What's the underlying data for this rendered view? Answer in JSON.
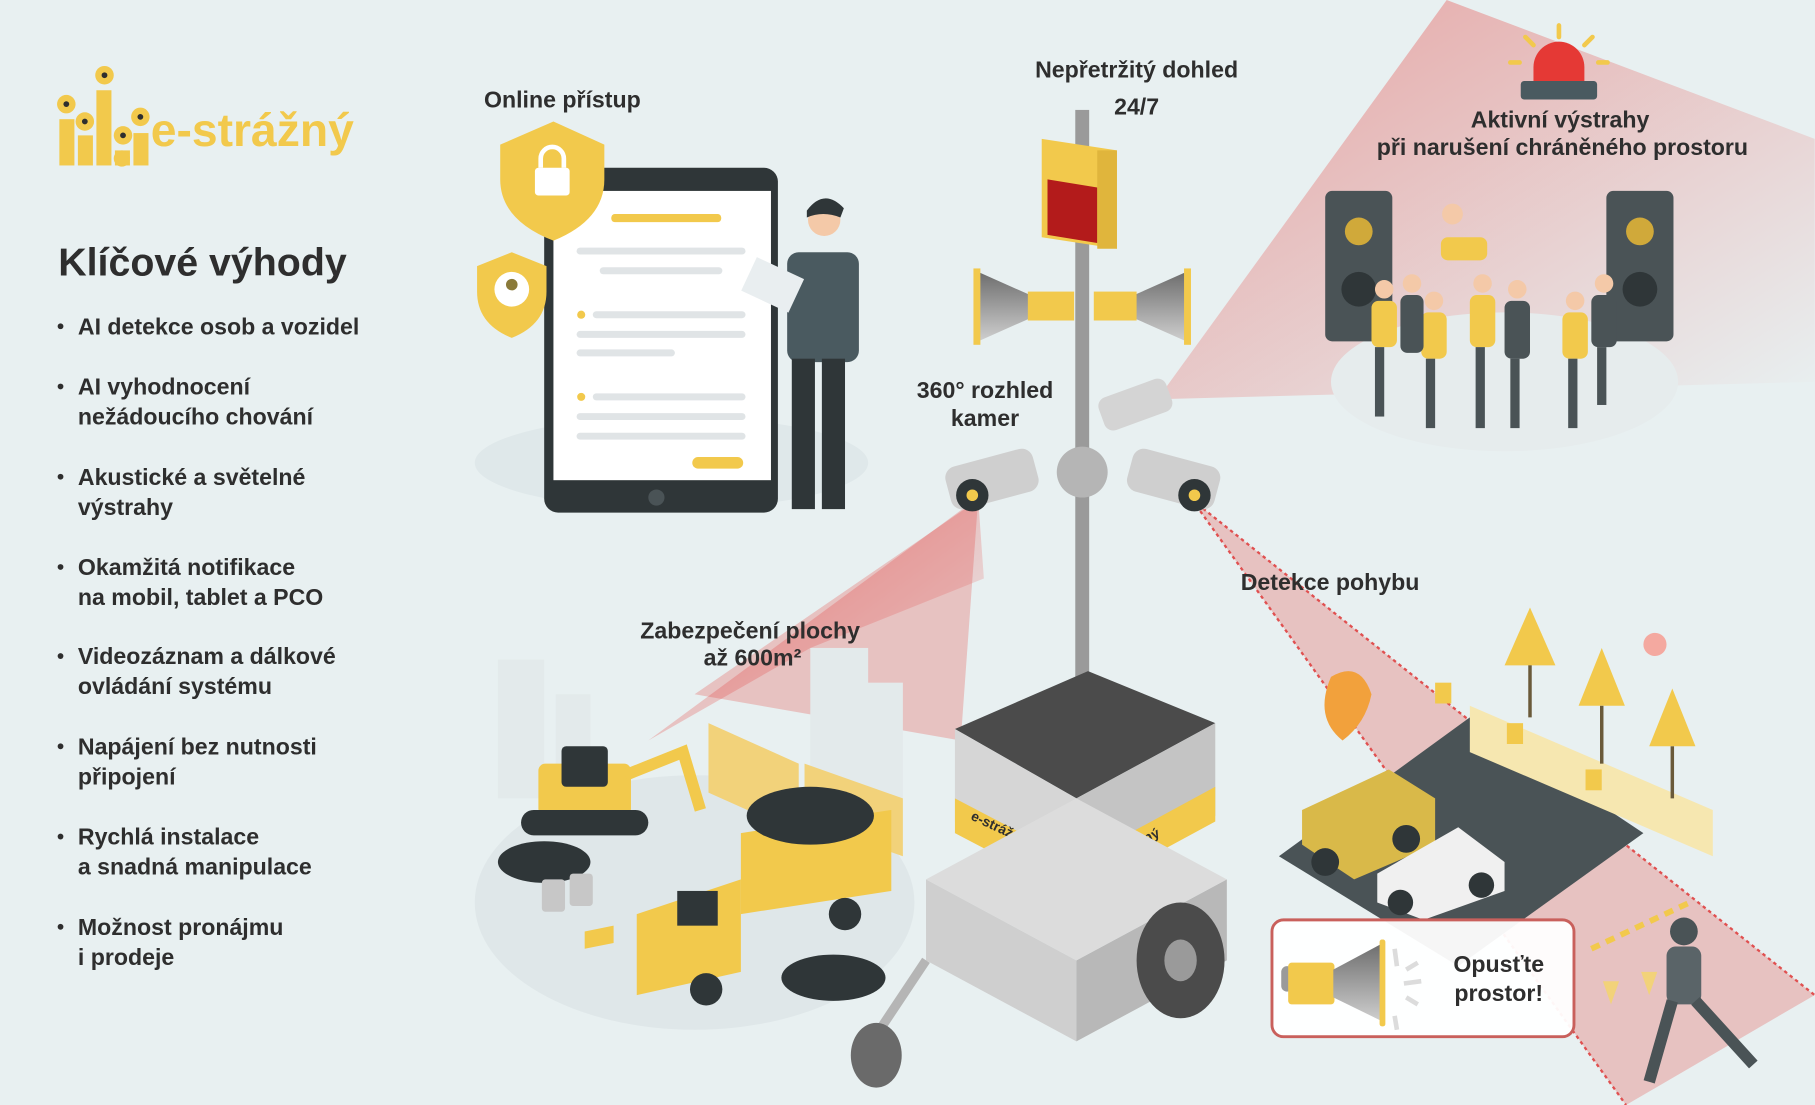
{
  "brand": {
    "name": "e-strážný"
  },
  "sidebar": {
    "heading": "Klíčové výhody",
    "items": [
      {
        "line1": "AI detekce osob a vozidel",
        "line2": ""
      },
      {
        "line1": "AI vyhodnocení",
        "line2": "nežádoucího chování"
      },
      {
        "line1": "Akustické a světelné",
        "line2": "výstrahy"
      },
      {
        "line1": "Okamžitá notifikace",
        "line2": "na mobil, tablet a PCO"
      },
      {
        "line1": "Videozáznam a dálkové",
        "line2": "ovládání systému"
      },
      {
        "line1": "Napájení bez nutnosti",
        "line2": "připojení"
      },
      {
        "line1": "Rychlá instalace",
        "line2": "a snadná manipulace"
      },
      {
        "line1": "Možnost pronájmu",
        "line2": "i prodeje"
      }
    ]
  },
  "labels": {
    "online": "Online přístup",
    "surveillance_1": "Nepřetržitý dohled",
    "surveillance_2": "24/7",
    "alerts_1": "Aktivní výstrahy",
    "alerts_2": "při narušení chráněného prostoru",
    "cameras_1": "360° rozhled",
    "cameras_2": "kamer",
    "motion": "Detekce pohybu",
    "area_1": "Zabezpečení plochy",
    "area_2": "až 600m²",
    "warning_1": "Opusťte",
    "warning_2": "prostor!"
  },
  "colors": {
    "accent": "#f2c94c",
    "text": "#2e2e2e",
    "alert": "#e03b3b",
    "background": "#e8f0f1"
  }
}
